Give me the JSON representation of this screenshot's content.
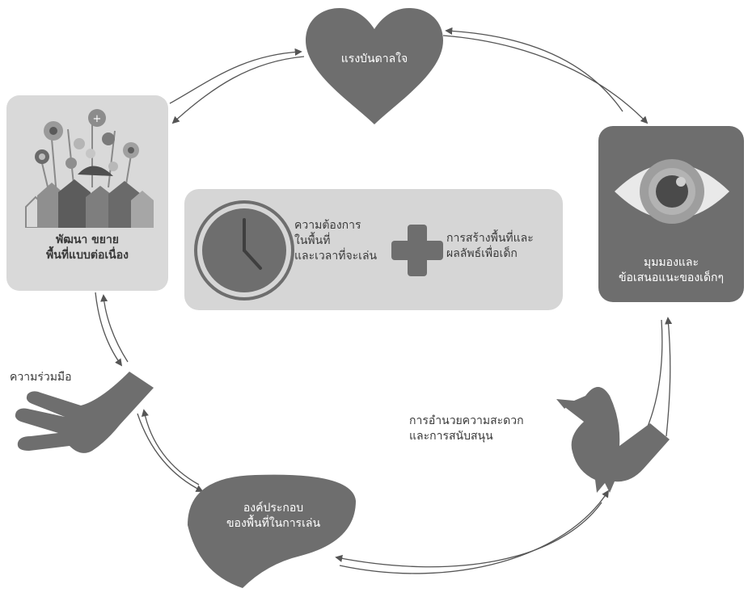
{
  "nodes": {
    "inspiration": "แรงบันดาลใจ",
    "perspective": [
      "มุมมองและ",
      "ข้อเสนอแนะของเด็กๆ"
    ],
    "facilitation": [
      "การอำนวยความสะดวก",
      "และการสนับสนุน"
    ],
    "play_space_components": [
      "องค์ประกอบ",
      "ของพื้นที่ในการเล่น"
    ],
    "cooperation": "ความร่วมมือ",
    "development": [
      "พัฒนา ขยาย",
      "พื้นที่แบบต่อเนื่อง"
    ]
  },
  "center": {
    "needs": [
      "ความต้องการ",
      "ในพื้นที่",
      "และเวลาที่จะเล่น"
    ],
    "creation": [
      "การสร้างพื้นที่และ",
      "ผลลัพธ์เพื่อเด็ก"
    ]
  },
  "icons": {
    "heart": "heart-icon",
    "eye": "eye-icon",
    "bird": "bird-icon",
    "leaf": "leaf-shape",
    "hand": "hand-icon",
    "garden": "garden-houses-illustration",
    "clock": "clock-icon",
    "plus": "plus-icon"
  },
  "colors": {
    "shape_fill": "#6e6e6e",
    "card_left": "#d9d9d9",
    "center_panel": "#d6d6d6",
    "arrow": "#555555"
  }
}
